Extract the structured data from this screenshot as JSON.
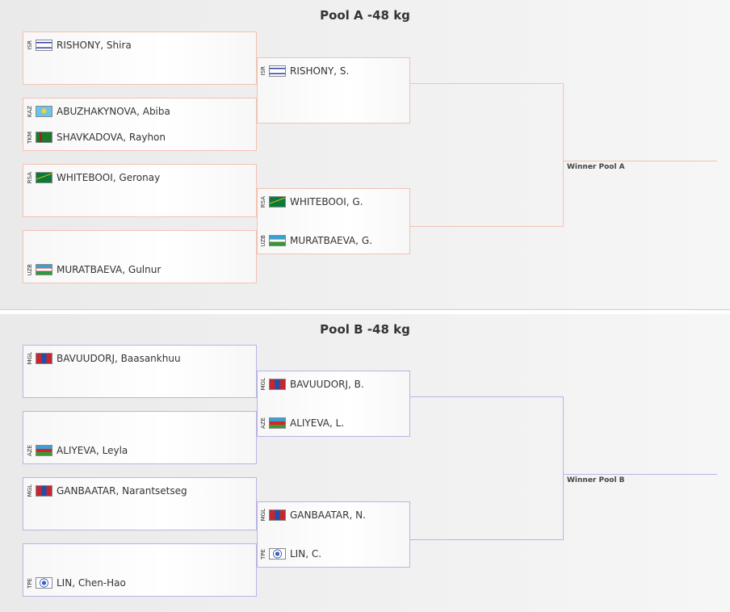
{
  "pools": [
    {
      "title": "Pool A -48 kg",
      "winner_label": "Winner Pool A",
      "round1": [
        {
          "top": {
            "code": "ISR",
            "name": "RISHONY, Shira"
          },
          "bottom": null
        },
        {
          "top": {
            "code": "KAZ",
            "name": "ABUZHAKYNOVA, Abiba"
          },
          "bottom": {
            "code": "TKM",
            "name": "SHAVKADOVA, Rayhon"
          }
        },
        {
          "top": {
            "code": "RSA",
            "name": "WHITEBOOI, Geronay"
          },
          "bottom": null
        },
        {
          "top": null,
          "bottom": {
            "code": "UZB",
            "name": "MURATBAEVA, Gulnur"
          }
        }
      ],
      "round2": [
        {
          "top": {
            "code": "ISR",
            "name": "RISHONY, S."
          },
          "bottom": null
        },
        {
          "top": {
            "code": "RSA",
            "name": "WHITEBOOI, G."
          },
          "bottom": {
            "code": "UZB",
            "name": "MURATBAEVA, G."
          }
        }
      ]
    },
    {
      "title": "Pool B -48 kg",
      "winner_label": "Winner Pool B",
      "round1": [
        {
          "top": {
            "code": "MGL",
            "name": "BAVUUDORJ, Baasankhuu"
          },
          "bottom": null
        },
        {
          "top": null,
          "bottom": {
            "code": "AZE",
            "name": "ALIYEVA, Leyla"
          }
        },
        {
          "top": {
            "code": "MGL",
            "name": "GANBAATAR, Narantsetseg"
          },
          "bottom": null
        },
        {
          "top": null,
          "bottom": {
            "code": "TPE",
            "name": "LIN, Chen-Hao"
          }
        }
      ],
      "round2": [
        {
          "top": {
            "code": "MGL",
            "name": "BAVUUDORJ, B."
          },
          "bottom": {
            "code": "AZE",
            "name": "ALIYEVA, L."
          }
        },
        {
          "top": {
            "code": "MGL",
            "name": "GANBAATAR, N."
          },
          "bottom": {
            "code": "TPE",
            "name": "LIN, C."
          }
        }
      ]
    }
  ]
}
